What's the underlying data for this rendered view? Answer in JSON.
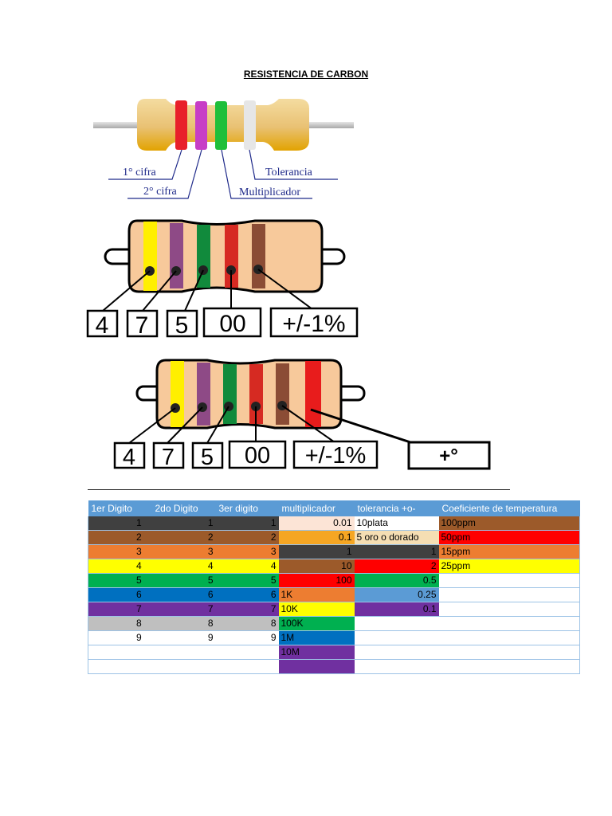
{
  "title": "RESISTENCIA DE CARBON",
  "diagram1": {
    "labels": {
      "first": "1° cifra",
      "second": "2° cifra",
      "multiplier": "Multiplicador",
      "tolerance": "Tolerancia"
    },
    "bands": [
      "#e8202a",
      "#c73ec6",
      "#1fbf3a",
      "#e6e6e6"
    ]
  },
  "diagram2": {
    "bands": [
      "#ffef00",
      "#8e4a86",
      "#118a3c",
      "#d62a22",
      "#8b4c35"
    ],
    "boxes": [
      "4",
      "7",
      "5",
      "00",
      "+/-1%"
    ]
  },
  "diagram3": {
    "bands": [
      "#ffef00",
      "#8e4a86",
      "#118a3c",
      "#d62a22",
      "#8b4c35",
      "#e81c1c"
    ],
    "boxes": [
      "4",
      "7",
      "5",
      "00",
      "+/-1%"
    ],
    "extra_box": "+°"
  },
  "table": {
    "headers": [
      "1er Digito",
      "2do Digito",
      "3er digito",
      "multiplicador",
      "tolerancia +o-",
      "Coeficiente de temperatura"
    ],
    "rows": [
      {
        "digit_color": "#404040",
        "digit_text": "#111111",
        "d1": "1",
        "d2": "1",
        "d3": "1",
        "mult_color": "#fce4d6",
        "mult": "0.01",
        "tol_color": "#ffffff",
        "tol": "10plata",
        "coef_color": "#9c5a2a",
        "coef": "100ppm"
      },
      {
        "digit_color": "#9c5a2a",
        "digit_text": "#111111",
        "d1": "2",
        "d2": "2",
        "d3": "2",
        "mult_color": "#f5a623",
        "mult": "0.1",
        "tol_color": "#f5deb3",
        "tol": "5 oro o dorado",
        "coef_color": "#ff0000",
        "coef": "50ppm"
      },
      {
        "digit_color": "#ed7d31",
        "digit_text": "#111111",
        "d1": "3",
        "d2": "3",
        "d3": "3",
        "mult_color": "#404040",
        "mult": "1",
        "tol_color": "#404040",
        "tol": "1",
        "coef_color": "#ed7d31",
        "coef": "15ppm"
      },
      {
        "digit_color": "#ffff00",
        "digit_text": "#111111",
        "d1": "4",
        "d2": "4",
        "d3": "4",
        "mult_color": "#9c5a2a",
        "mult": "10",
        "tol_color": "#ff0000",
        "tol": "2",
        "coef_color": "#ffff00",
        "coef": "25ppm"
      },
      {
        "digit_color": "#00b050",
        "digit_text": "#111111",
        "d1": "5",
        "d2": "5",
        "d3": "5",
        "mult_color": "#ff0000",
        "mult": "100",
        "tol_color": "#00b050",
        "tol": "0.5",
        "coef_color": "#ffffff",
        "coef": ""
      },
      {
        "digit_color": "#0070c0",
        "digit_text": "#111111",
        "d1": "6",
        "d2": "6",
        "d3": "6",
        "mult_color": "#ed7d31",
        "mult": "1K",
        "tol_color": "#5b9bd5",
        "tol": "0.25",
        "coef_color": "#ffffff",
        "coef": ""
      },
      {
        "digit_color": "#7030a0",
        "digit_text": "#111111",
        "d1": "7",
        "d2": "7",
        "d3": "7",
        "mult_color": "#ffff00",
        "mult": "10K",
        "tol_color": "#7030a0",
        "tol": "0.1",
        "coef_color": "#ffffff",
        "coef": ""
      },
      {
        "digit_color": "#bfbfbf",
        "digit_text": "#111111",
        "d1": "8",
        "d2": "8",
        "d3": "8",
        "mult_color": "#00b050",
        "mult": "100K",
        "tol_color": "#ffffff",
        "tol": "",
        "coef_color": "#ffffff",
        "coef": ""
      },
      {
        "digit_color": "#ffffff",
        "digit_text": "#111111",
        "d1": "9",
        "d2": "9",
        "d3": "9",
        "mult_color": "#0070c0",
        "mult": "1M",
        "tol_color": "#ffffff",
        "tol": "",
        "coef_color": "#ffffff",
        "coef": ""
      },
      {
        "digit_color": "#ffffff",
        "digit_text": "#111111",
        "d1": "",
        "d2": "",
        "d3": "",
        "mult_color": "#7030a0",
        "mult": "10M",
        "tol_color": "#ffffff",
        "tol": "",
        "coef_color": "#ffffff",
        "coef": ""
      },
      {
        "digit_color": "#ffffff",
        "digit_text": "#111111",
        "d1": "",
        "d2": "",
        "d3": "",
        "mult_color": "#7030a0",
        "mult": "",
        "tol_color": "#ffffff",
        "tol": "",
        "coef_color": "#ffffff",
        "coef": ""
      }
    ]
  }
}
